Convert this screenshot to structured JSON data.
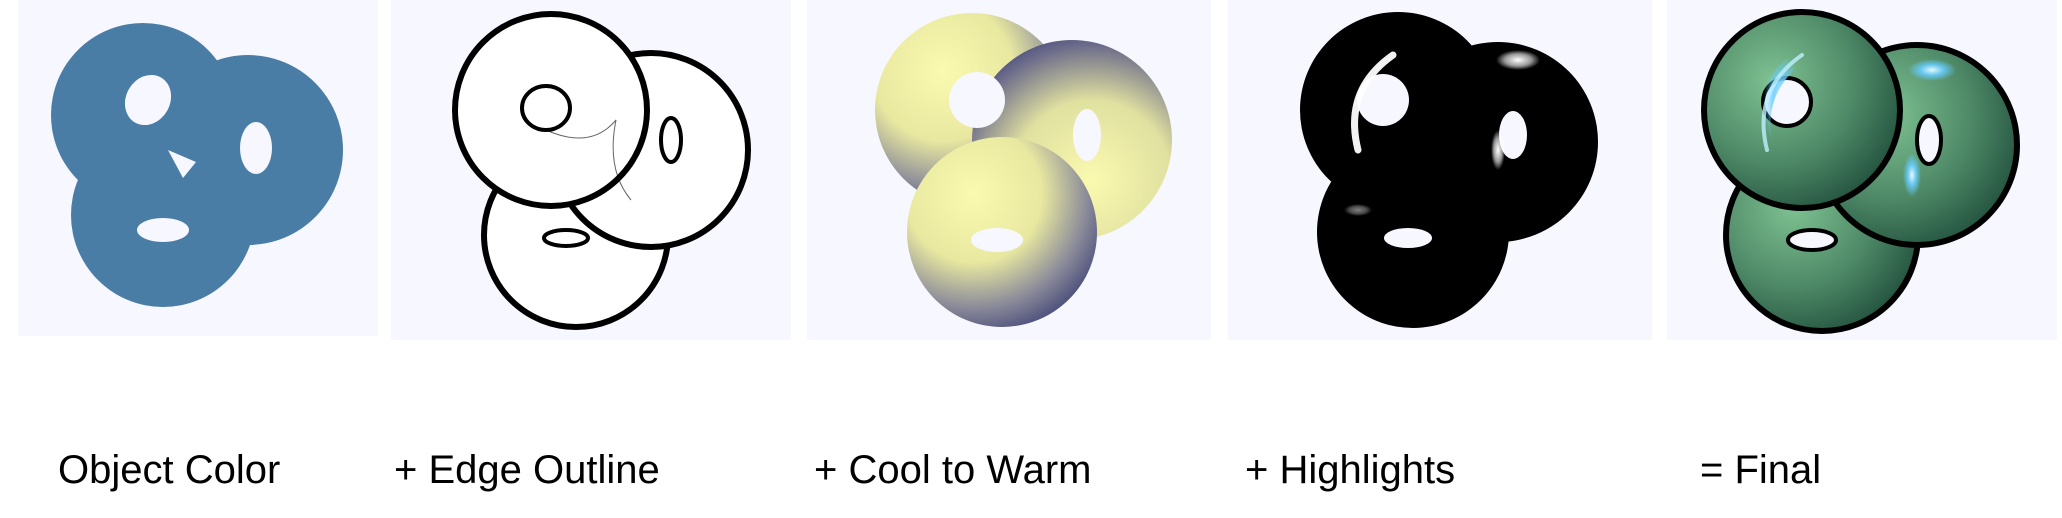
{
  "stages": [
    {
      "id": "object-color",
      "label": "Object Color"
    },
    {
      "id": "edge-outline",
      "label": "+ Edge Outline"
    },
    {
      "id": "cool-to-warm",
      "label": "+ Cool to Warm"
    },
    {
      "id": "highlights",
      "label": "+ Highlights"
    },
    {
      "id": "final",
      "label": "= Final"
    }
  ],
  "colors": {
    "panel_background": "#f7f7ff",
    "object_color": "#4a7da5",
    "outline": "#000000",
    "cool": "#3b3f73",
    "warm": "#f7f7a8",
    "highlight": "#ffffff",
    "final_base": "#4f8a68",
    "final_dark": "#1f4d3b",
    "final_highlight": "#66ccff"
  }
}
